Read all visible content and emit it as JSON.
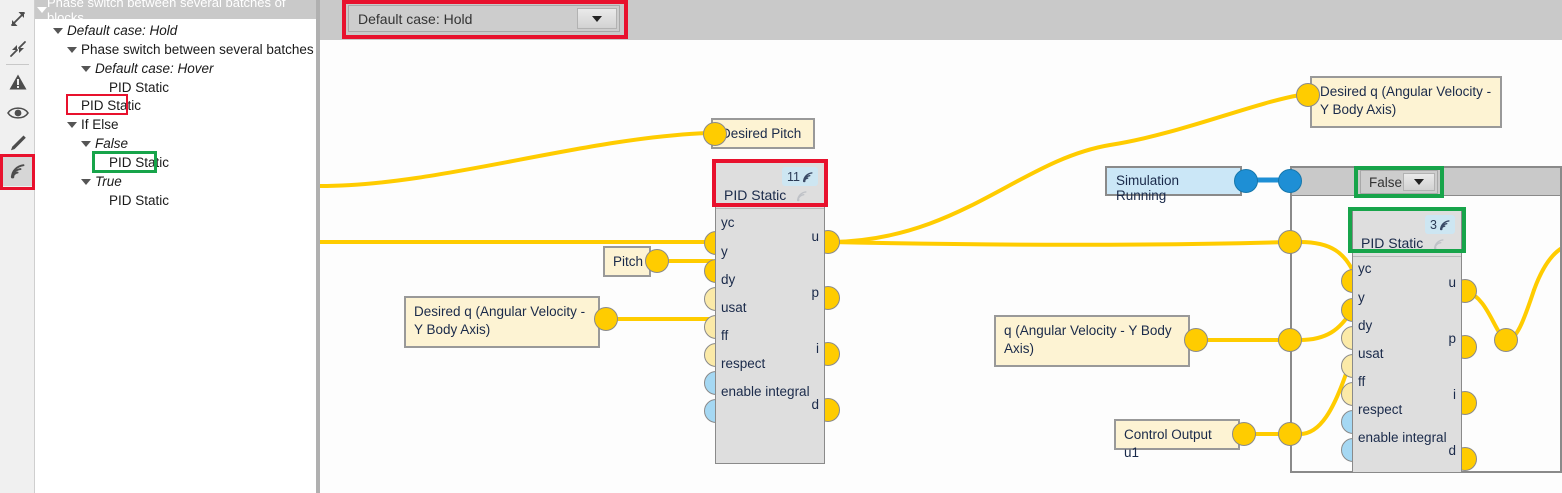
{
  "rail": {
    "items": [
      {
        "name": "expand-icon",
        "selected": false
      },
      {
        "name": "collapse-icon",
        "selected": false
      },
      {
        "name": "warning-icon",
        "selected": false
      },
      {
        "name": "eye-icon",
        "selected": false
      },
      {
        "name": "pencil-icon",
        "selected": false
      },
      {
        "name": "signal-icon",
        "selected": true
      }
    ]
  },
  "tree": {
    "header": "Phase switch between several batches of blocks",
    "rows": [
      {
        "label": "Default case: Hold",
        "indent": 1,
        "caret": true,
        "italic": true
      },
      {
        "label": "Phase switch between several batches of bloc",
        "indent": 2,
        "caret": true,
        "italic": false
      },
      {
        "label": "Default case: Hover",
        "indent": 3,
        "caret": true,
        "italic": true
      },
      {
        "label": "PID Static",
        "indent": 4,
        "caret": false,
        "italic": false
      },
      {
        "label": "PID Static",
        "indent": 2,
        "caret": false,
        "italic": false
      },
      {
        "label": "If Else",
        "indent": 2,
        "caret": true,
        "italic": false
      },
      {
        "label": "False",
        "indent": 3,
        "caret": true,
        "italic": true
      },
      {
        "label": "PID Static",
        "indent": 4,
        "caret": false,
        "italic": false
      },
      {
        "label": "True",
        "indent": 3,
        "caret": true,
        "italic": true
      },
      {
        "label": "PID Static",
        "indent": 4,
        "caret": false,
        "italic": false
      }
    ]
  },
  "toolbar": {
    "case_value": "Default case: Hold"
  },
  "subsystem": {
    "branch_value": "False"
  },
  "notes": [
    {
      "id": "desired-pitch",
      "text": "Desired Pitch"
    },
    {
      "id": "pitch",
      "text": "Pitch"
    },
    {
      "id": "desired-q-left",
      "text": "Desired q (Angular Velocity - Y Body Axis)"
    },
    {
      "id": "desired-q-right",
      "text": "Desired q (Angular Velocity - Y Body Axis)"
    },
    {
      "id": "q-angular",
      "text": "q (Angular Velocity - Y Body Axis)"
    },
    {
      "id": "control-output",
      "text": "Control Output u1"
    }
  ],
  "signals": [
    {
      "id": "simulation-running",
      "text": "Simulation Running"
    }
  ],
  "pid_left": {
    "title": "PID Static",
    "badge_count": "11",
    "inputs": [
      "yc",
      "y",
      "dy",
      "usat",
      "ff",
      "respect",
      "enable integral"
    ],
    "outputs": [
      "u",
      "p",
      "i",
      "d"
    ]
  },
  "pid_right": {
    "title": "PID Static",
    "badge_count": "3",
    "inputs": [
      "yc",
      "y",
      "dy",
      "usat",
      "ff",
      "respect",
      "enable integral"
    ],
    "outputs": [
      "u",
      "p",
      "i",
      "d"
    ]
  },
  "colors": {
    "highlight_red": "#e8112d",
    "highlight_green": "#17a44a",
    "wire": "#ffcc00",
    "signal_wire": "#1e8fd5",
    "note_fill": "#fdf3d3",
    "signal_fill": "#cbe7f7",
    "block_fill": "#dedede"
  }
}
